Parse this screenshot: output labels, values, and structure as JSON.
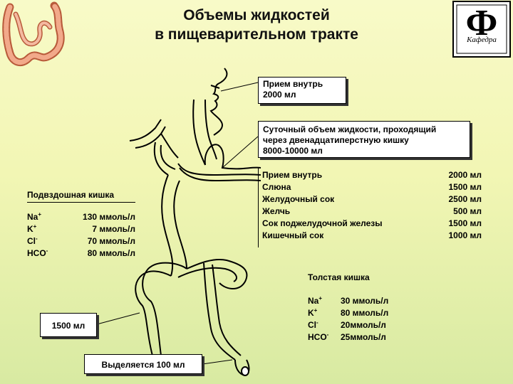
{
  "title": {
    "line1": "Объемы жидкостей",
    "line2": "в пищеварительном тракте"
  },
  "logo": {
    "letter": "Ф",
    "text": "Кафедра"
  },
  "intake_box": {
    "line1": "Прием внутрь",
    "line2": "2000 мл"
  },
  "duodenum_box": {
    "line1": "Суточный объем жидкости, проходящий",
    "line2": "через двенадцатиперстную кишку",
    "line3": "8000-10000 мл"
  },
  "sources": [
    {
      "label": "Прием внутрь",
      "value": "2000 мл"
    },
    {
      "label": "Слюна",
      "value": "1500 мл"
    },
    {
      "label": "Желудочный сок",
      "value": "2500 мл"
    },
    {
      "label": "Желчь",
      "value": "500 мл"
    },
    {
      "label": "Сок поджелудочной железы",
      "value": "1500 мл"
    },
    {
      "label": "Кишечный сок",
      "value": "1000 мл"
    }
  ],
  "ileum": {
    "title": "Подвздошная кишка",
    "ions": [
      {
        "ion": "Na",
        "charge": "+",
        "value": "130 ммоль/л"
      },
      {
        "ion": "K",
        "charge": "+",
        "value": "7 ммоль/л"
      },
      {
        "ion": "Cl",
        "charge": "-",
        "value": "70 ммоль/л"
      },
      {
        "ion": "HCO",
        "charge": "-",
        "value": "80 ммоль/л"
      }
    ]
  },
  "colon": {
    "title": "Толстая кишка",
    "ions": [
      {
        "ion": "Na",
        "charge": "+",
        "value": "30 ммоль/л"
      },
      {
        "ion": "K",
        "charge": "+",
        "value": "80 ммоль/л"
      },
      {
        "ion": "Cl",
        "charge": "-",
        "value": "20ммоль/л"
      },
      {
        "ion": "HCO",
        "charge": "-",
        "value": "25ммоль/л"
      }
    ]
  },
  "colon_box": {
    "text": "1500 мл"
  },
  "excreted_box": {
    "text": "Выделяется 100 мл"
  },
  "colors": {
    "intestine_fill": "#f2a98a",
    "intestine_stroke": "#b85a3a",
    "outline": "#000000"
  }
}
